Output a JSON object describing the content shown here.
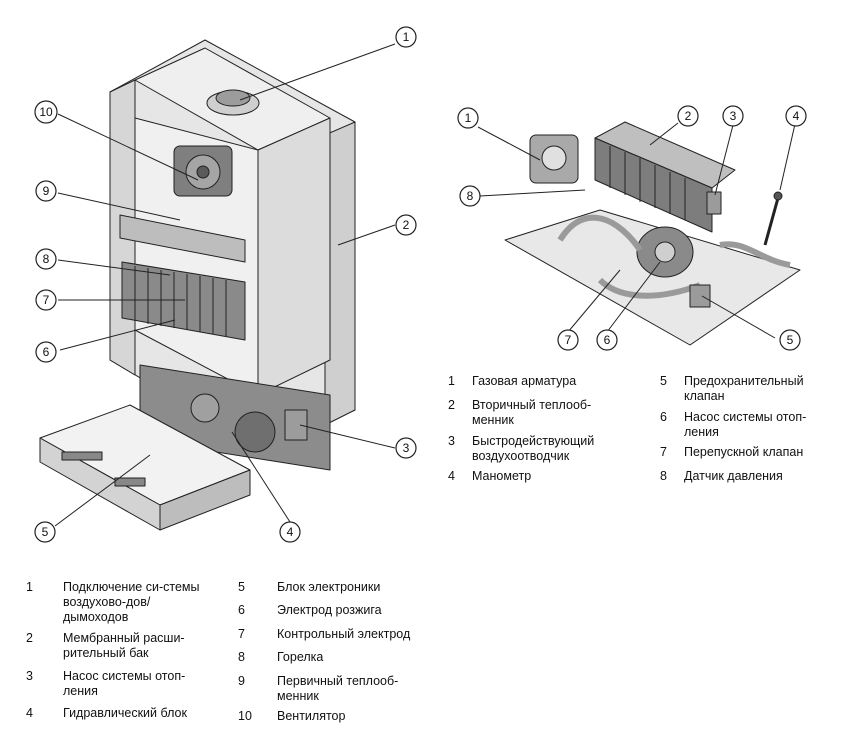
{
  "colors": {
    "line": "#222222",
    "body_light": "#efefef",
    "body_mid": "#d4d4d4",
    "body_dark": "#b4b4b4",
    "internal": "#8c8c8c"
  },
  "left_figure": {
    "callouts": [
      "1",
      "2",
      "3",
      "4",
      "5",
      "6",
      "7",
      "8",
      "9",
      "10"
    ]
  },
  "right_figure": {
    "callouts": [
      "1",
      "2",
      "3",
      "4",
      "5",
      "6",
      "7",
      "8"
    ]
  },
  "legend_right": [
    {
      "num": "1",
      "text": "Газовая арматура"
    },
    {
      "num": "2",
      "text": "Вторичный теплооб-менник"
    },
    {
      "num": "3",
      "text": "Быстродействующий воздухоотводчик"
    },
    {
      "num": "4",
      "text": "Манометр"
    },
    {
      "num": "5",
      "text": "Предохранительный клапан"
    },
    {
      "num": "6",
      "text": "Насос системы отоп-ления"
    },
    {
      "num": "7",
      "text": "Перепускной клапан"
    },
    {
      "num": "8",
      "text": "Датчик давления"
    }
  ],
  "legend_bottom": [
    {
      "num": "1",
      "text": "Подключение си-стемы воздухово-дов/дымоходов"
    },
    {
      "num": "2",
      "text": "Мембранный расши-рительный бак"
    },
    {
      "num": "3",
      "text": "Насос системы отоп-ления"
    },
    {
      "num": "4",
      "text": "Гидравлический блок"
    },
    {
      "num": "5",
      "text": "Блок электроники"
    },
    {
      "num": "6",
      "text": "Электрод розжига"
    },
    {
      "num": "7",
      "text": "Контрольный электрод"
    },
    {
      "num": "8",
      "text": "Горелка"
    },
    {
      "num": "9",
      "text": "Первичный теплооб-менник"
    },
    {
      "num": "10",
      "text": "Вентилятор"
    }
  ]
}
